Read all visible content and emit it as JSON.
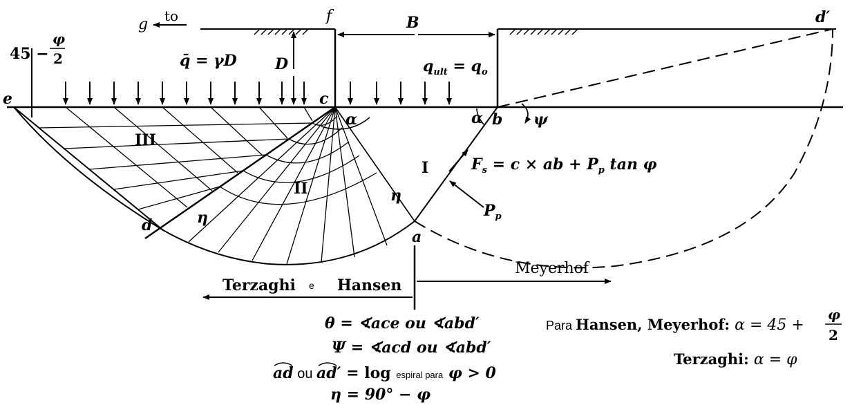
{
  "labels": {
    "g": "g",
    "to": "to",
    "f": "f",
    "B": "B",
    "d_prime": "d′",
    "angle_top": "45 − ",
    "phi": "φ",
    "two": "2",
    "q_bar": "q̄ = γD",
    "D": "D",
    "q_ult": "q",
    "q_ult_sub": "ult",
    "q_ult_eq": " = q",
    "q_ult_sub_o": "o",
    "e": "e",
    "c": "c",
    "alpha_c": "α",
    "alpha_b": "α",
    "b": "b",
    "psi": "ψ",
    "zone_III": "III",
    "zone_II": "II",
    "zone_I": "I",
    "force": "F",
    "force_sub": "s",
    "force_eq": " = c × ab + P",
    "force_sub_p": "p",
    "force_tail": " tan φ",
    "eta_upper": "η",
    "eta_lower": "η",
    "Pp": "P",
    "Pp_sub": "p",
    "d": "d",
    "a": "a",
    "meyerhof": "Meyerhof",
    "terzaghi": "Terzaghi",
    "e_conn": "e",
    "hansen": "Hansen"
  },
  "equations": {
    "theta": "θ = ∢ace   ou   ∢abd′",
    "psi_eq": "Ψ = ∢acd   ou   ∢abd′",
    "ad_part1": "ad",
    "ou": " ou ",
    "ad_part2": "ad′",
    "log_part": " = log ",
    "espiral": "espiral para",
    "phi_gt": " φ > 0",
    "eta_eq": "η = 90° − φ",
    "hansen_prefix": "Para ",
    "hansen_name": "Hansen,",
    "meyerhof_name": " Meyerhof:",
    "alpha_eq": " α = 45 + ",
    "terzaghi_name": "Terzaghi:",
    "terzaghi_eq": " α = φ"
  },
  "colors": {
    "ink": "#000000",
    "paper": "#ffffff"
  }
}
